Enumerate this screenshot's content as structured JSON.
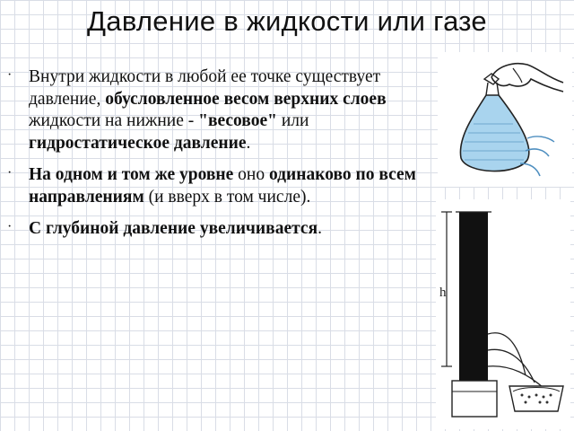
{
  "title": "Давление в жидкости или газе",
  "bullet_symbol": "·",
  "bullets": [
    {
      "segments": [
        {
          "text": "Внутри жидкости в любой ее точке существует давление, ",
          "bold": false
        },
        {
          "text": "обусловленное весом верхних слоев",
          "bold": true
        },
        {
          "text": " жидкости на нижние - ",
          "bold": false
        },
        {
          "text": "\"весовое\"",
          "bold": true
        },
        {
          "text": " или ",
          "bold": false
        },
        {
          "text": "гидростатическое давление",
          "bold": true
        },
        {
          "text": ".",
          "bold": false
        }
      ]
    },
    {
      "segments": [
        {
          "text": "На одном и том же уровне",
          "bold": true
        },
        {
          "text": " оно ",
          "bold": false
        },
        {
          "text": "одинаково по всем направлениям",
          "bold": true
        },
        {
          "text": " (и вверх в том числе).",
          "bold": false
        }
      ]
    },
    {
      "segments": [
        {
          "text": "С глубиной давление увеличивается",
          "bold": true
        },
        {
          "text": ".",
          "bold": false
        }
      ]
    }
  ],
  "illustrations": {
    "bag": {
      "icon": "water-bag-illustration",
      "water_color": "#a9d4ee"
    },
    "column": {
      "icon": "liquid-column-illustration",
      "height_label": "h",
      "liquid_color": "#111111"
    }
  }
}
